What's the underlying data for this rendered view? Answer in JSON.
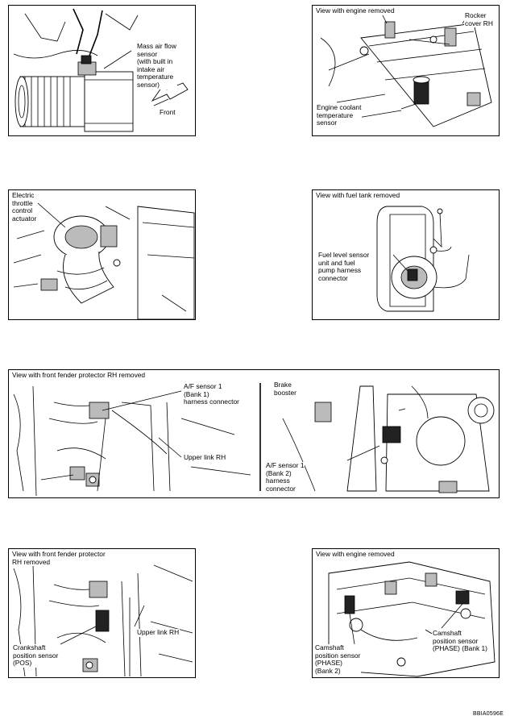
{
  "panels": {
    "maf": {
      "label": "Mass air flow\nsensor\n(with built in\nintake air\ntemperature\nsensor)",
      "front": "Front"
    },
    "ect": {
      "header": "View with engine removed",
      "rocker": "Rocker\ncover RH",
      "label": "Engine coolant\ntemperature\nsensor"
    },
    "etc": {
      "label": "Electric\nthrottle\ncontrol\nactuator"
    },
    "fuel": {
      "header": "View with fuel tank removed",
      "label": "Fuel level sensor\nunit and fuel\npump harness\nconnector"
    },
    "af": {
      "header": "View with front fender protector RH removed",
      "bank1": "A/F sensor 1\n(Bank 1)\nharness connector",
      "upper_link": "Upper link RH",
      "brake": "Brake\nbooster",
      "bank2": "A/F sensor 1\n(Bank 2)\nharness\nconnector"
    },
    "ckp": {
      "header": "View with front fender protector\nRH removed",
      "upper_link": "Upper link RH",
      "label": "Crankshaft\nposition sensor\n(POS)"
    },
    "cmp": {
      "header": "View with engine removed",
      "bank1": "Camshaft\nposition sensor\n(PHASE) (Bank 1)",
      "bank2": "Camshaft\nposition sensor\n(PHASE)\n(Bank 2)"
    }
  },
  "figure_code": "BBIA0596E"
}
